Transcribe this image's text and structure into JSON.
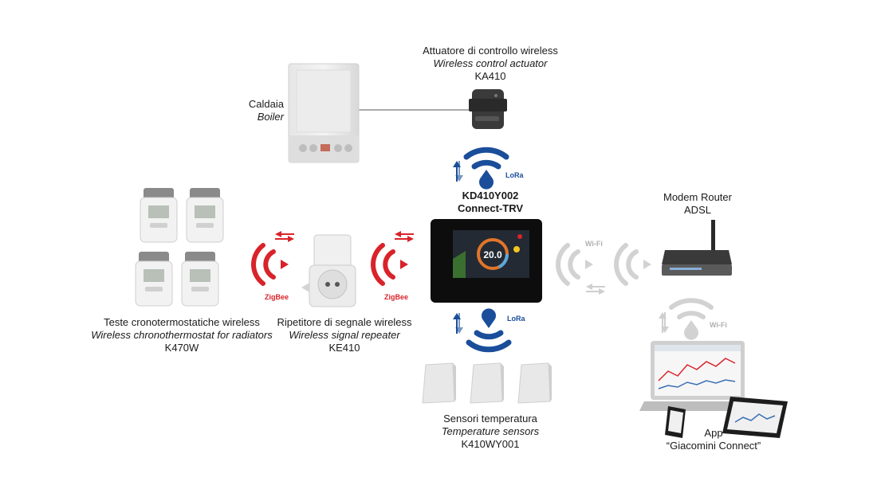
{
  "actuator": {
    "it": "Attuatore di controllo wireless",
    "en": "Wireless control actuator",
    "code": "KA410"
  },
  "boiler": {
    "it": "Caldaia",
    "en": "Boiler"
  },
  "controller": {
    "code": "KD410Y002",
    "name": "Connect-TRV",
    "temperature": "20.0"
  },
  "modem": {
    "line1": "Modem Router",
    "line2": "ADSL"
  },
  "heads": {
    "it": "Teste cronotermostatiche wireless",
    "en": "Wireless chronothermostat for radiators",
    "code": "K470W"
  },
  "repeater": {
    "it": "Ripetitore di segnale wireless",
    "en": "Wireless signal repeater",
    "code": "KE410"
  },
  "sensors": {
    "it": "Sensori temperatura",
    "en": "Temperature sensors",
    "code": "K410WY001"
  },
  "app": {
    "line1": "App",
    "line2": "“Giacomini Connect”"
  },
  "protocols": {
    "lora": "LoRa",
    "zigbee": "ZigBee",
    "wifi": "Wi-Fi"
  },
  "colors": {
    "lora": "#1a4e9a",
    "zigbee": "#d9232a",
    "wifi": "#d2d2d2"
  },
  "icons": {
    "boiler": "boiler-icon",
    "actuator": "actuator-icon",
    "controller": "touchscreen-thermostat-icon",
    "router": "router-icon",
    "thermostatic_head": "thermostatic-head-icon",
    "repeater": "plug-repeater-icon",
    "sensor": "temperature-sensor-icon",
    "laptop": "laptop-icon",
    "tablet": "tablet-icon",
    "phone": "phone-icon"
  }
}
